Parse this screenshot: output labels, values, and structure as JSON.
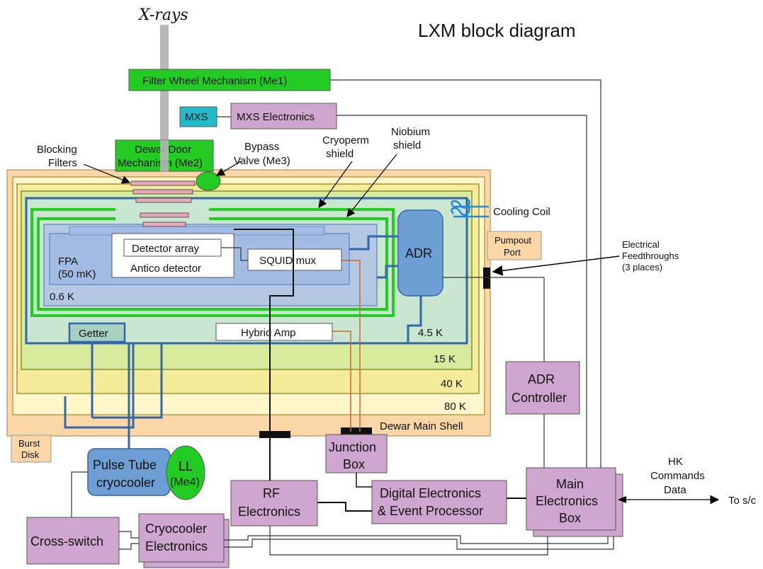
{
  "title": "LXM block diagram",
  "xrays": "X-rays",
  "temps": {
    "k80": "80 K",
    "k40": "40 K",
    "k15": "15 K",
    "k45": "4.5 K",
    "k06": "0.6 K"
  },
  "labels": {
    "filter_wheel": "Filter Wheel Mechanism (Me1)",
    "mxs": "MXS",
    "mxs_electronics": "MXS Electronics",
    "dewar_door_1": "Dewar Door",
    "dewar_door_2": "Mechanism (Me2)",
    "blocking_1": "Blocking",
    "blocking_2": "Filters",
    "bypass_1": "Bypass",
    "bypass_2": "Valve (Me3)",
    "cryoperm_1": "Cryoperm",
    "cryoperm_2": "shield",
    "niobium_1": "Niobium",
    "niobium_2": "shield",
    "cooling_coil": "Cooling Coil",
    "pumpout_1": "Pumpout",
    "pumpout_2": "Port",
    "feed_1": "Electrical",
    "feed_2": "Feedthroughs",
    "feed_3": "(3 places)",
    "detector_array": "Detector array",
    "antico": "Antico detector",
    "fpa_1": "FPA",
    "fpa_2": "(50 mK)",
    "squid": "SQUID mux",
    "adr": "ADR",
    "getter": "Getter",
    "hybrid_amp": "Hybrid Amp",
    "dewar_main_shell": "Dewar Main Shell",
    "burst_1": "Burst",
    "burst_2": "Disk",
    "adr_ctrl_1": "ADR",
    "adr_ctrl_2": "Controller",
    "pulse_tube_1": "Pulse Tube",
    "pulse_tube_2": "cryocooler",
    "ll_1": "LL",
    "ll_2": "(Me4)",
    "junction_1": "Junction",
    "junction_2": "Box",
    "rf_1": "RF",
    "rf_2": "Electronics",
    "digital_1": "Digital Electronics",
    "digital_2": "& Event Processor",
    "main_1": "Main",
    "main_2": "Electronics",
    "main_3": "Box",
    "hk_1": "HK",
    "hk_2": "Commands",
    "hk_3": "Data",
    "to_sc": "To s/c",
    "cross_switch": "Cross-switch",
    "cryo_elec_1": "Cryocooler",
    "cryo_elec_2": "Electronics"
  },
  "colors": {
    "green": "#22cc22",
    "purple": "#cfa6cf",
    "blue": "#6e9fd4",
    "cyan": "#22bbcc",
    "peach": "#fbd6a6",
    "line_blue": "#3366aa",
    "copper": "#cc6633"
  }
}
